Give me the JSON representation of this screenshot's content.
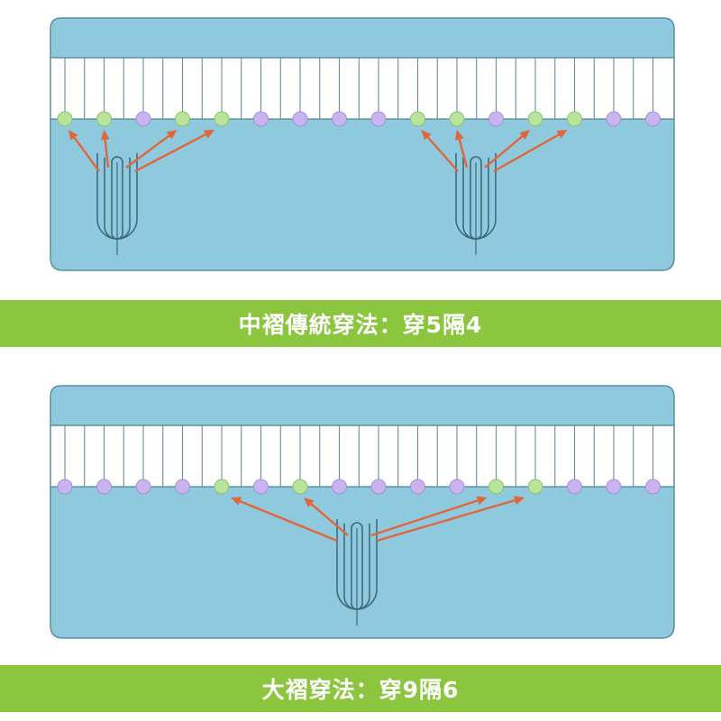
{
  "diagrams": [
    {
      "caption": "中褶傳統穿法：穿5隔4",
      "ring_count": 16,
      "active_rings": [
        0,
        1,
        3,
        4,
        9,
        10,
        12,
        13
      ]
    },
    {
      "caption": "大褶穿法：穿9隔6",
      "ring_count": 16,
      "active_rings": [
        4,
        6,
        11,
        12
      ]
    }
  ],
  "colors": {
    "rail_fill": "#8fc9de",
    "rail_stroke": "#5a8ea3",
    "panel_fill": "#8fc9de",
    "pole_stroke": "#6a8a99",
    "ring_active": "#b8e39a",
    "ring_inactive": "#c9b3f0",
    "arrow": "#e0663c",
    "hook_stroke": "#3f6b80",
    "banner": "#8cc63f"
  },
  "icons": {
    "hook": "pleat-hook-icon",
    "ring": "curtain-ring-icon",
    "arrow": "hook-arrow-icon"
  }
}
